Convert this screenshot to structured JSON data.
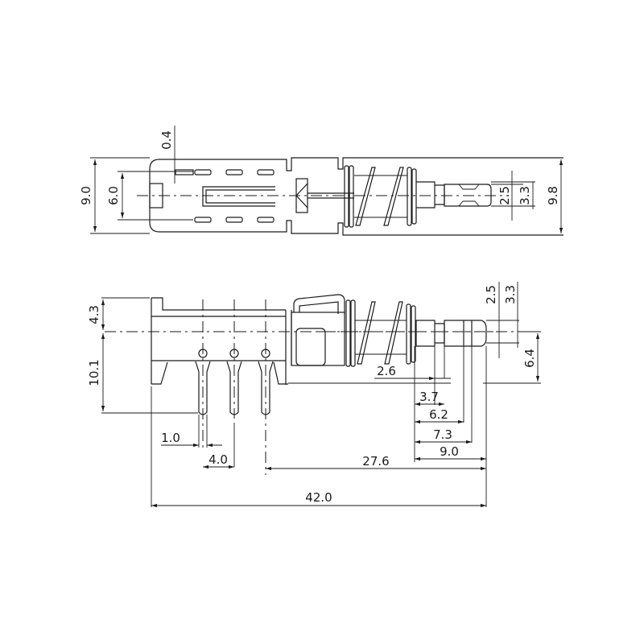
{
  "drawing": {
    "title": "Push switch dimensional drawing",
    "units": "mm",
    "stroke_color": "#1a1a1a",
    "background": "#ffffff"
  },
  "top_view": {
    "dimensions": {
      "overall_height": "9.0",
      "slot_spacing": "6.0",
      "slot_width": "0.4",
      "plunger_inner": "2.5",
      "plunger_outer": "3.3",
      "total_height": "9.8"
    }
  },
  "side_view": {
    "dimensions": {
      "top_height": "4.3",
      "bottom_height": "10.1",
      "plunger_inner": "2.5",
      "plunger_outer": "3.3",
      "shaft_offset": "6.4",
      "groove": "2.6",
      "d_3_7": "3.7",
      "d_6_2": "6.2",
      "d_7_3": "7.3",
      "d_9_0": "9.0",
      "pin_width": "1.0",
      "pin_pitch": "4.0",
      "pin_to_end": "27.6",
      "overall_length": "42.0"
    }
  }
}
